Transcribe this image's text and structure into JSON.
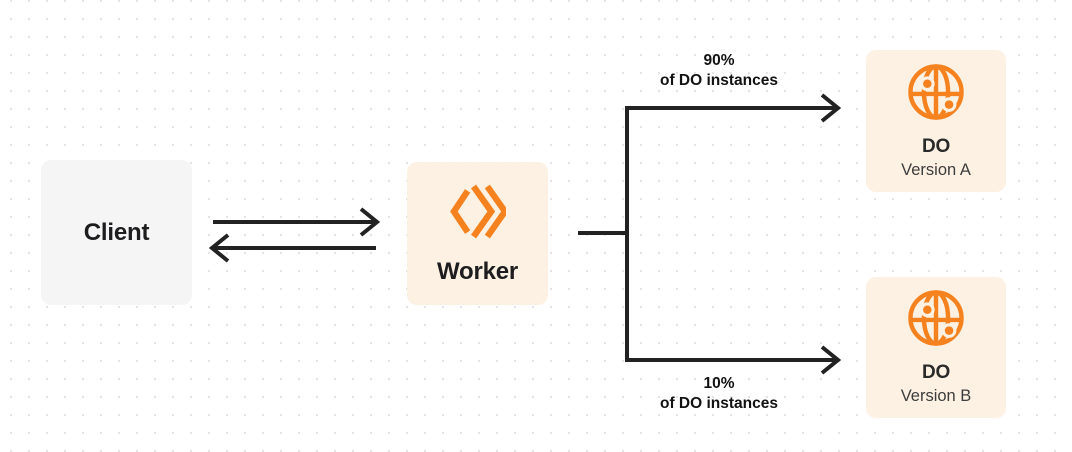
{
  "nodes": {
    "client": {
      "label": "Client"
    },
    "worker": {
      "label": "Worker",
      "icon": "workers-icon"
    },
    "do_a": {
      "title": "DO",
      "subtitle": "Version A",
      "icon": "globe-icon"
    },
    "do_b": {
      "title": "DO",
      "subtitle": "Version B",
      "icon": "globe-icon"
    }
  },
  "routes": {
    "to_a": {
      "percent": "90%",
      "caption": "of DO instances"
    },
    "to_b": {
      "percent": "10%",
      "caption": "of DO instances"
    }
  },
  "colors": {
    "accent": "#f6821f",
    "node_cream": "#fcf1e2",
    "node_gray": "#f5f5f6",
    "line": "#222222",
    "text_dark": "#1d1d1f",
    "text_secondary": "#3d3d3d",
    "dot": "#e4e4e6",
    "background": "#ffffff"
  }
}
